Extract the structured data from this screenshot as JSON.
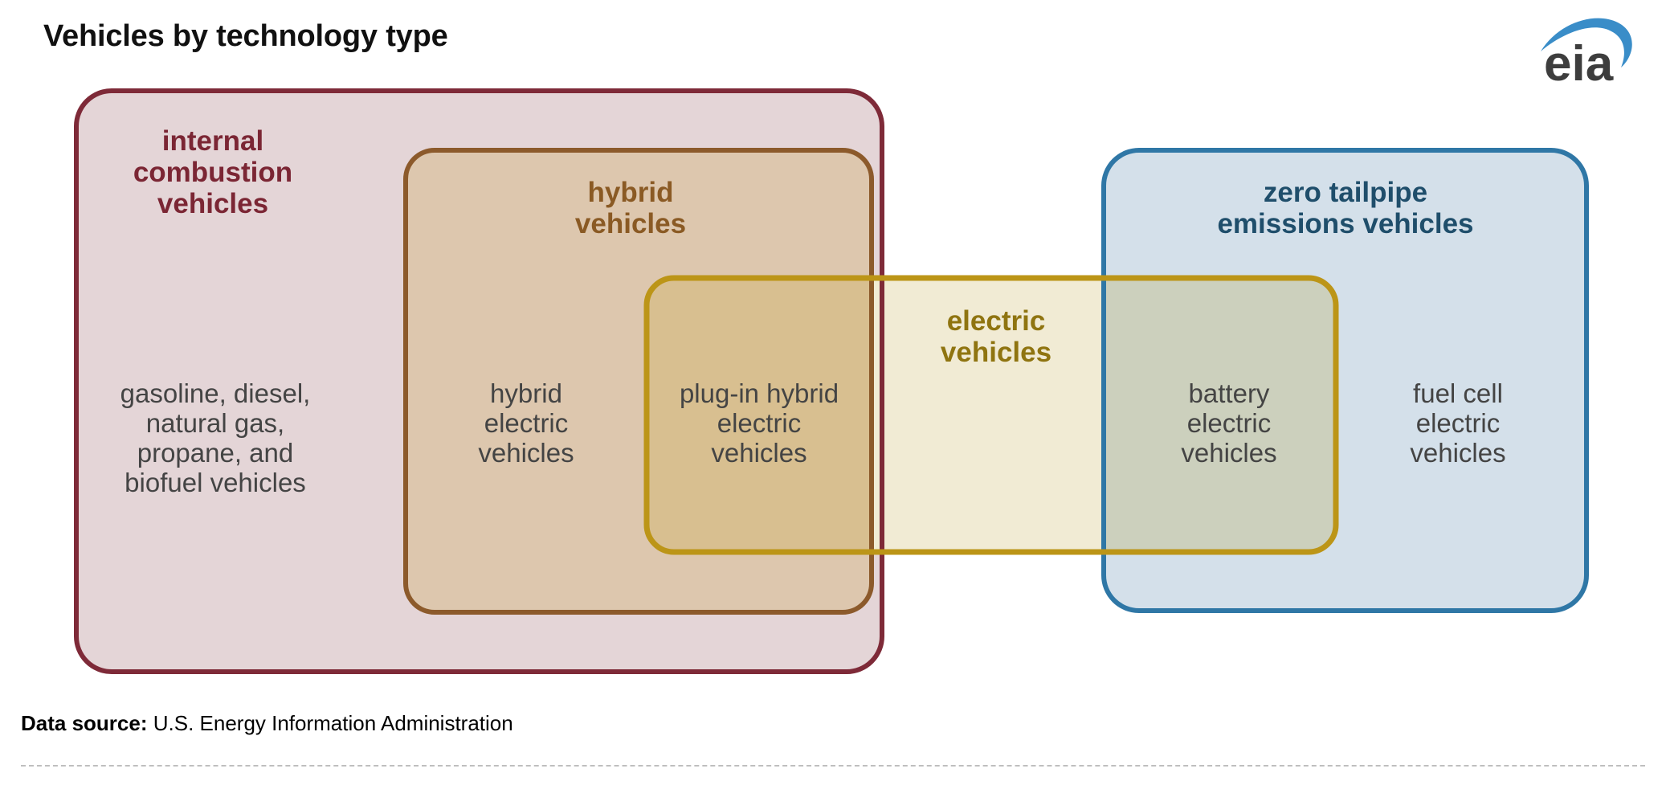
{
  "page": {
    "title": "Vehicles by technology type",
    "background": "#ffffff"
  },
  "logo": {
    "name": "eia-logo",
    "wordmark": "eia",
    "text_color": "#3d3d3d",
    "swoosh_color": "#3a8dc8"
  },
  "diagram": {
    "type": "venn-nested-rounded-rectangles",
    "sets": [
      {
        "id": "ice",
        "name": "internal-combustion-vehicles",
        "title": "internal\ncombustion\nvehicles",
        "items": "gasoline, diesel,\nnatural gas,\npropane, and\nbiofuel vehicles",
        "stroke": "#7e2a38",
        "fill": "#e4d5d7",
        "title_color": "#7b2634"
      },
      {
        "id": "hybrid",
        "name": "hybrid-vehicles",
        "title": "hybrid\nvehicles",
        "items": "hybrid\nelectric\nvehicles",
        "stroke": "#8c5a2b",
        "fill": "#ddc7ae",
        "title_color": "#8a5a24"
      },
      {
        "id": "electric",
        "name": "electric-vehicles",
        "title": "electric\nvehicles",
        "items": "",
        "stroke": "#bc9517",
        "fill": "#f1ebd4",
        "title_color": "#8f7410"
      },
      {
        "id": "zero-tailpipe",
        "name": "zero-tailpipe-emissions-vehicles",
        "title": "zero tailpipe\nemissions vehicles",
        "items": "fuel cell\nelectric\nvehicles",
        "stroke": "#2f77a6",
        "fill": "#d4e0ea",
        "title_color": "#1f4e6b"
      }
    ],
    "intersections": [
      {
        "id": "phev",
        "name": "plug-in-hybrid-electric-vehicles",
        "of": [
          "ice",
          "hybrid",
          "electric"
        ],
        "items": "plug-in hybrid\nelectric\nvehicles",
        "fill": "#d8bf90"
      },
      {
        "id": "bev",
        "name": "battery-electric-vehicles",
        "of": [
          "electric",
          "zero-tailpipe"
        ],
        "items": "battery\nelectric\nvehicles",
        "fill": "#ccd0bd"
      }
    ],
    "body_text_color": "#444444"
  },
  "footer": {
    "source_label": "Data source:",
    "source_value": "U.S. Energy Information Administration"
  }
}
